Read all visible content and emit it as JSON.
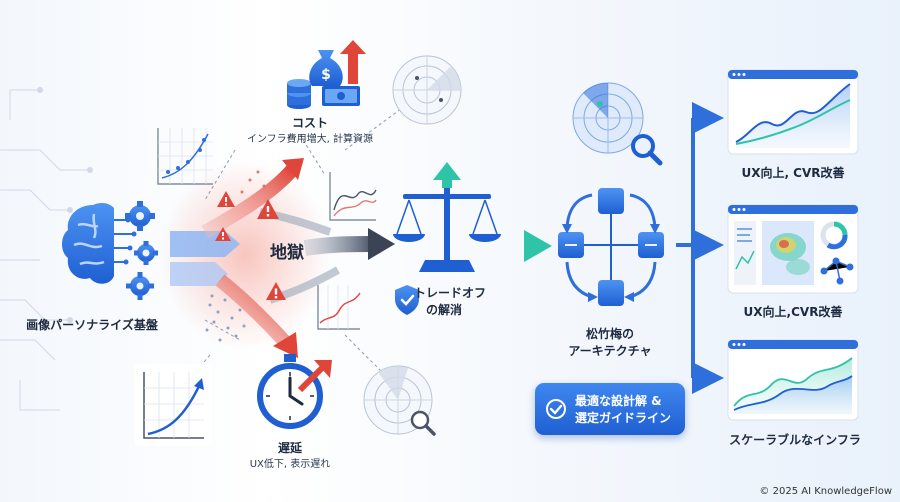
{
  "platform": {
    "label": "画像パーソナライズ基盤"
  },
  "center": {
    "label": "地獄"
  },
  "cost": {
    "title": "コスト",
    "subtitle": "インフラ費用増大, 計算資源"
  },
  "latency": {
    "title": "遅延",
    "subtitle": "UX低下, 表示遅れ"
  },
  "tradeoff": {
    "line1": "トレードオフ",
    "line2": "の解消"
  },
  "architecture": {
    "line1": "松竹梅の",
    "line2": "アーキテクチャ"
  },
  "guideline": {
    "line1": "最適な設計解 &",
    "line2": "選定ガイドライン"
  },
  "outcomes": [
    {
      "label": "UX向上, CVR改善"
    },
    {
      "label": "UX向上,CVR改善"
    },
    {
      "label": "スケーラブルなインフラ"
    }
  ],
  "footer": {
    "copyright": "© 2025 AI KnowledgeFlow"
  },
  "colors": {
    "primary": "#2f6fdc",
    "danger": "#e0453a",
    "accent": "#2ec4a8",
    "dark": "#1d2a3f"
  },
  "icons": [
    "brain-icon",
    "gear-icon",
    "money-bag-icon",
    "coins-icon",
    "banknote-icon",
    "radar-icon",
    "scale-icon",
    "shield-check-icon",
    "stopwatch-icon",
    "magnifier-icon",
    "warning-icon",
    "check-icon"
  ]
}
